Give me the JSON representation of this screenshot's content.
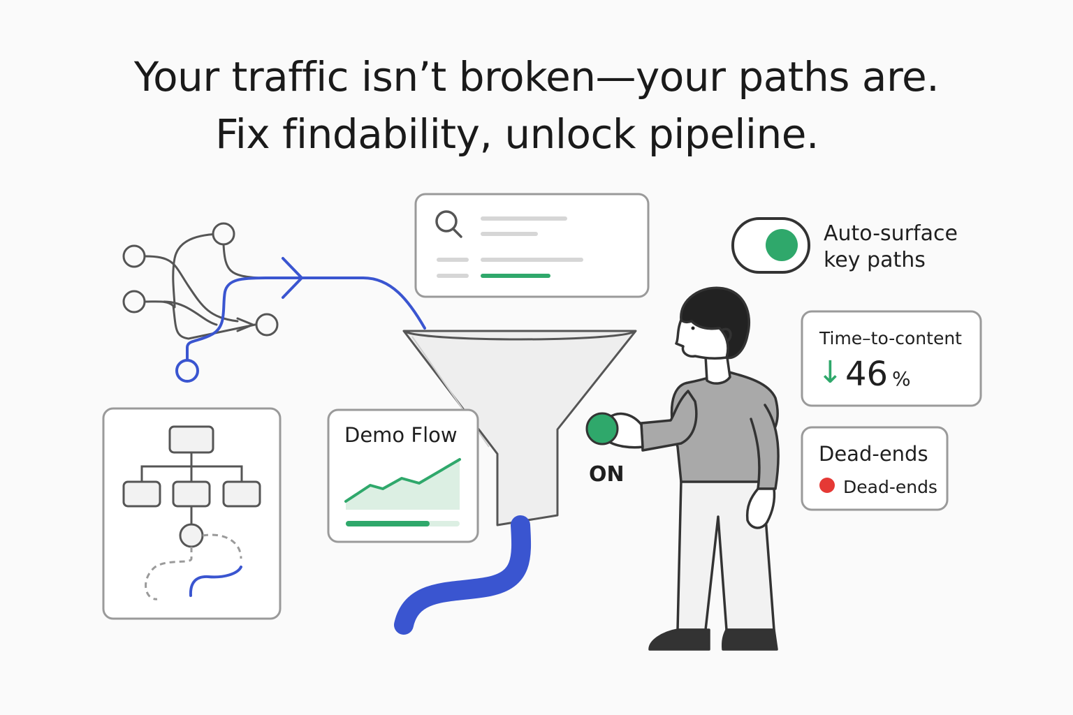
{
  "headline": {
    "line1": "Your traffic isn’t broken—your paths are.",
    "line2": "Fix findability, unlock pipeline."
  },
  "toggle": {
    "label_line1": "Auto-surface",
    "label_line2": "key paths",
    "state": "on",
    "knob_color": "#2fa86b"
  },
  "metric_card": {
    "title": "Time–to-content",
    "arrow": "↓",
    "value": "46",
    "unit": "%"
  },
  "deadends_card": {
    "title": "Dead-ends",
    "legend_label": "Dead-ends",
    "dot_color": "#e53935"
  },
  "demo_card": {
    "title": "Demo Flow"
  },
  "button": {
    "label": "ON"
  },
  "colors": {
    "blue_path": "#3a55d0",
    "green": "#2fa86b",
    "outline": "#555555",
    "red": "#e53935"
  },
  "icons": [
    "search-icon",
    "path-network-icon",
    "sitemap-icon",
    "funnel-icon",
    "chart-icon",
    "person-figure"
  ]
}
